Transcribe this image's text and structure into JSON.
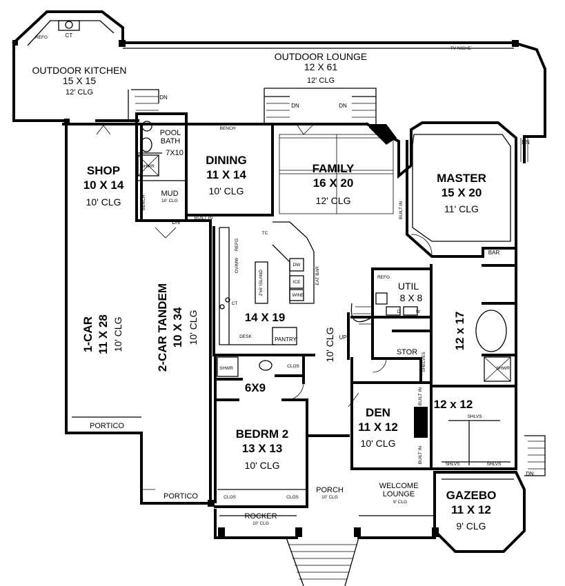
{
  "rooms": {
    "outdoor_kitchen": {
      "name": "OUTDOOR KITCHEN",
      "size": "15 X 15",
      "clg": "12' CLG"
    },
    "outdoor_lounge": {
      "name": "OUTDOOR LOUNGE",
      "size": "12 X 61",
      "clg": "12' CLG"
    },
    "shop": {
      "name": "SHOP",
      "size": "10 X 14",
      "clg": "10' CLG"
    },
    "pool_bath": {
      "name1": "POOL",
      "name2": "BATH",
      "size": "7X10"
    },
    "shwr_pool": "SHWR",
    "mud": {
      "name": "MUD",
      "clg": "10' CLG"
    },
    "dining": {
      "name": "DINING",
      "size": "11 X 14",
      "clg": "10' CLG"
    },
    "family": {
      "name": "FAMILY",
      "size": "16 X 20",
      "clg": "12' CLG"
    },
    "master": {
      "name": "MASTER",
      "size": "15 X 20",
      "clg": "11' CLG"
    },
    "one_car": {
      "name": "1-CAR",
      "size": "11 X 28",
      "clg": "10' CLG"
    },
    "two_car": {
      "name": "2-CAR TANDEM",
      "size": "10 X 34",
      "clg": "10' CLG"
    },
    "kitchen": {
      "size": "14 X 19"
    },
    "hall_clg": "10' CLG",
    "util": {
      "name": "UTIL",
      "size": "8 X 8"
    },
    "master_bath": {
      "size": "12 x 17"
    },
    "bath_6x9": {
      "size": "6X9"
    },
    "bedrm2": {
      "name": "BEDRM 2",
      "size": "13 X 13",
      "clg": "10' CLG"
    },
    "den": {
      "name": "DEN",
      "size": "11 X 12",
      "clg": "10' CLG"
    },
    "closet_12x12": {
      "size": "12 x 12"
    },
    "gazebo": {
      "name": "GAZEBO",
      "size": "11 X 12",
      "clg": "9' CLG"
    },
    "porch": {
      "name": "PORCH",
      "clg": "10' CLG"
    },
    "welcome_lounge": {
      "name1": "WELCOME",
      "name2": "LOUNGE",
      "clg": "9' CLG"
    },
    "rocker": {
      "name": "ROCKER",
      "clg": "10' CLG"
    },
    "portico_1": "PORTICO",
    "portico_2": "PORTICO"
  },
  "labels": {
    "ct_top": "CT",
    "refg_ok": "REFG",
    "tv_niche": "TV NICHE",
    "dn_ok": "DN",
    "dn_lounge_left": "DN",
    "dn_lounge_right": "DN",
    "dn_master": "DN",
    "dn_mud": "DN",
    "dn_gazebo": "DN",
    "bench_top": "BENCH",
    "bench_mud": "BENCH",
    "built_in_mud": "BUILT IN",
    "built_in_family": "BUILT IN",
    "built_in_den_top": "BUILT IN",
    "built_in_den_bottom": "BUILT IN",
    "tc": "TC",
    "refg_kitchen": "REFG",
    "ov_mw": "OV/MW",
    "island": "2'x6' ISLAND",
    "ct_kitchen": "CT",
    "dw": "DW",
    "ice": "ICE",
    "wine": "WINE",
    "eat_bar": "EAT BAR",
    "desk": "DESK",
    "pantry": "PANTRY",
    "bar": "BAR",
    "refg_util": "REFG",
    "d": "D",
    "w": "W",
    "up": "UP",
    "stor": "STOR",
    "shelves": "SHELVES",
    "shwr_master": "SHWR",
    "shwr_6x9": "SHWR",
    "clos_6x9": "CLOS",
    "clos_left": "CLOS",
    "clos_right": "CLOS",
    "shlvs_top": "SHLVS",
    "shlvs_left": "SHLVS",
    "shlvs_right": "SHLVS"
  }
}
